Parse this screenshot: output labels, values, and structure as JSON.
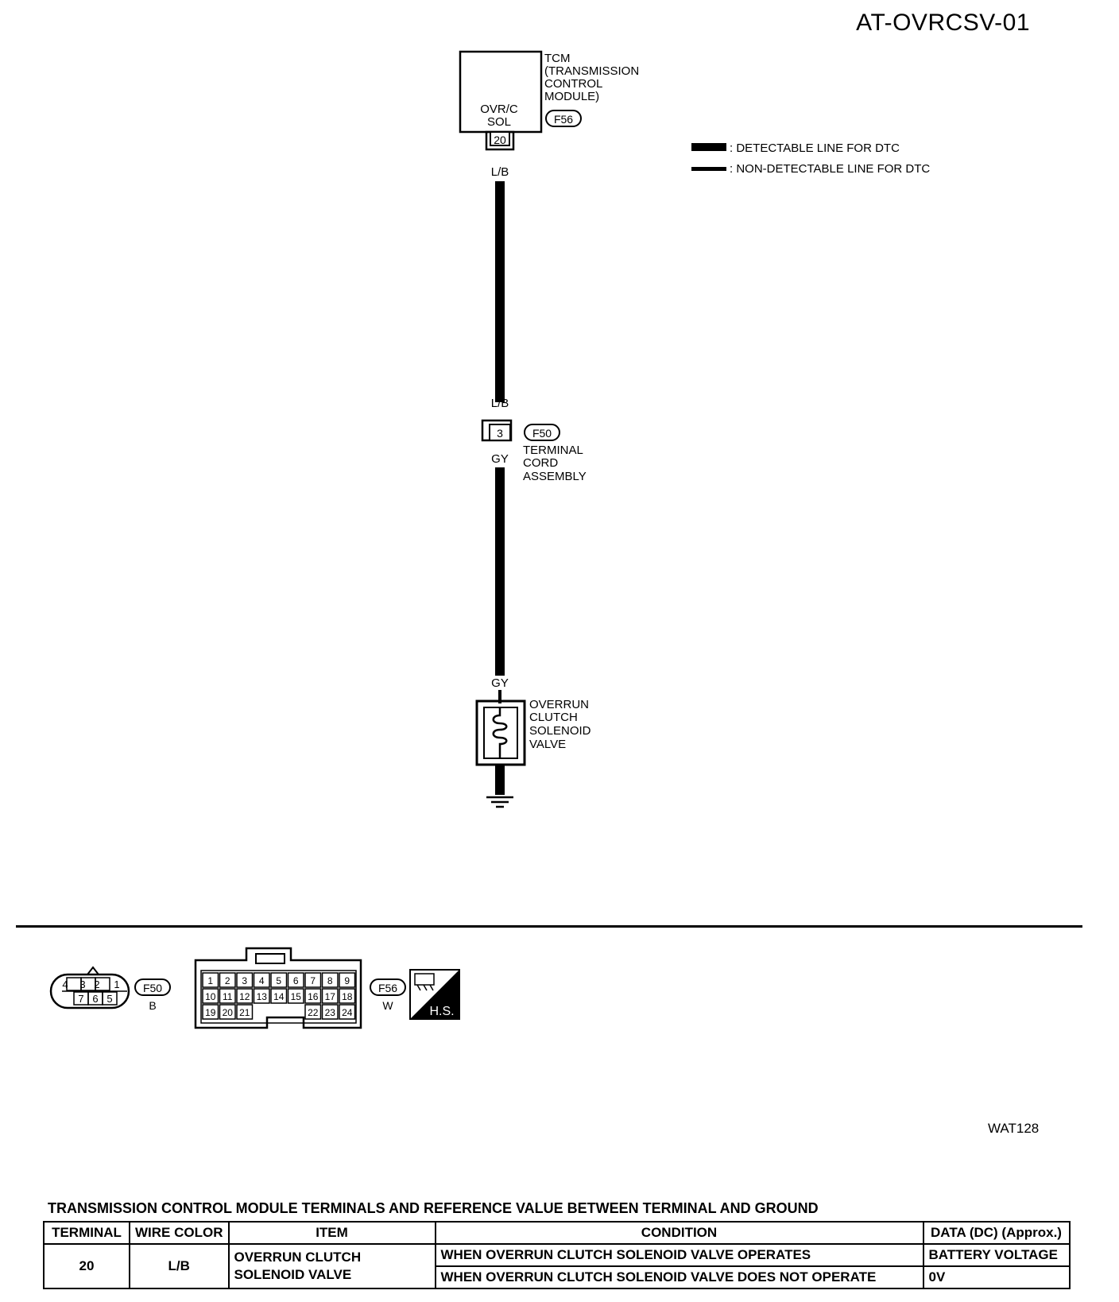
{
  "page_code": "AT-OVRCSV-01",
  "figure_ref": "WAT128",
  "tcm": {
    "label_lines": [
      "TCM",
      "(TRANSMISSION",
      "CONTROL",
      "MODULE)"
    ],
    "pin_label_lines": [
      "OVR/C",
      "SOL"
    ],
    "terminal": "20",
    "connector": "F56"
  },
  "wire_colors": {
    "top_upper": "L/B",
    "top_lower": "L/B",
    "bottom_upper": "GY",
    "bottom_lower": "GY"
  },
  "terminal_cord": {
    "terminal": "3",
    "connector": "F50",
    "label_lines": [
      "TERMINAL",
      "CORD",
      "ASSEMBLY"
    ]
  },
  "solenoid": {
    "label_lines": [
      "OVERRUN",
      "CLUTCH",
      "SOLENOID",
      "VALVE"
    ]
  },
  "legend": {
    "detectable": ": DETECTABLE LINE FOR DTC",
    "non_detectable": ": NON-DETECTABLE LINE FOR DTC"
  },
  "connector_views": {
    "f50": {
      "id": "F50",
      "color": "B",
      "top_row": [
        "4",
        "3",
        "2",
        "1"
      ],
      "bottom_row": [
        "7",
        "6",
        "5"
      ]
    },
    "f56": {
      "id": "F56",
      "color": "W",
      "rows": [
        [
          "1",
          "2",
          "3",
          "4",
          "5",
          "6",
          "7",
          "8",
          "9"
        ],
        [
          "10",
          "11",
          "12",
          "13",
          "14",
          "15",
          "16",
          "17",
          "18"
        ],
        [
          "19",
          "20",
          "21",
          "",
          "",
          "",
          "22",
          "23",
          "24"
        ]
      ]
    },
    "hs_label": "H.S."
  },
  "table": {
    "title": "TRANSMISSION CONTROL MODULE TERMINALS AND REFERENCE VALUE BETWEEN TERMINAL AND GROUND",
    "headers": [
      "TERMINAL",
      "WIRE COLOR",
      "ITEM",
      "CONDITION",
      "DATA (DC) (Approx.)"
    ],
    "terminal": "20",
    "wire_color": "L/B",
    "item_lines": [
      "OVERRUN CLUTCH",
      "SOLENOID VALVE"
    ],
    "rows": [
      {
        "condition": "WHEN OVERRUN CLUTCH SOLENOID VALVE OPERATES",
        "data": "BATTERY VOLTAGE"
      },
      {
        "condition": "WHEN OVERRUN CLUTCH SOLENOID VALVE DOES NOT OPERATE",
        "data": "0V"
      }
    ]
  }
}
